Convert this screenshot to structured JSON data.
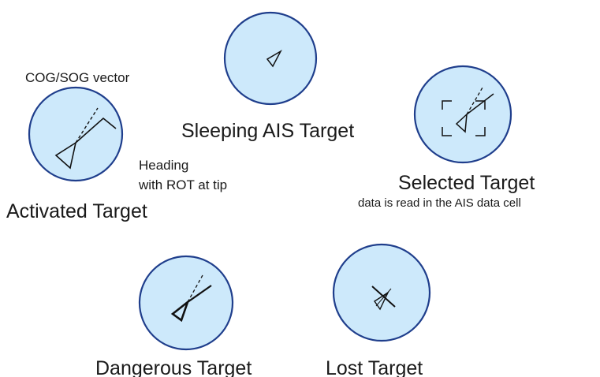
{
  "colors": {
    "disc_fill": "#cde9fb",
    "disc_stroke": "#1f3e8c",
    "symbol": "#111111"
  },
  "targets": {
    "activated": {
      "label": "Activated Target",
      "callout_cog_sog": "COG/SOG vector",
      "callout_heading_line1": "Heading",
      "callout_heading_line2": "with ROT at tip"
    },
    "sleeping": {
      "label": "Sleeping AIS Target"
    },
    "selected": {
      "label": "Selected Target",
      "note": "data is read in the AIS data cell"
    },
    "dangerous": {
      "label": "Dangerous Target"
    },
    "lost": {
      "label": "Lost Target"
    }
  }
}
